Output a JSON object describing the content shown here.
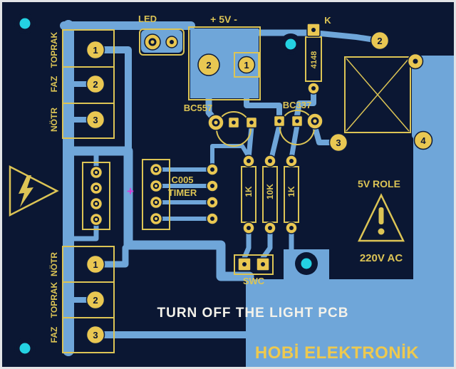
{
  "colors": {
    "board_background": "#0b1733",
    "copper_trace": "#6fa6d9",
    "pad_gold": "#e9c752",
    "silkscreen_yellow": "#dcc455",
    "drill_cyan": "#24d2e2",
    "marker_magenta": "#d83cd8",
    "title_white": "#f4f2ea"
  },
  "silk": {
    "led": "LED",
    "power": "+ 5V -",
    "k": "K",
    "diode": "4148",
    "q1": "BC557",
    "q2": "BC337",
    "ic_line1": "C005",
    "ic_line2": "TIMER",
    "r1": "1K",
    "r2": "10K",
    "r3": "1K",
    "swc": "SWC",
    "relay": "5V ROLE",
    "hv": "220V AC",
    "plus": "+",
    "title": "TURN OFF THE LIGHT PCB",
    "brand": "HOBİ ELEKTRONİK"
  },
  "conn": {
    "top": {
      "labels": [
        "TOPRAK",
        "FAZ",
        "NÖTR"
      ],
      "pins": [
        "1",
        "2",
        "3"
      ]
    },
    "bottom": {
      "labels": [
        "NÖTR",
        "TOPRAK",
        "FAZ"
      ],
      "pins": [
        "1",
        "2",
        "3"
      ]
    }
  },
  "pins": {
    "power_left": "2",
    "power_right": "1",
    "relay_top": "2",
    "relay_bottom_left": "3",
    "relay_bottom_right": "4"
  }
}
